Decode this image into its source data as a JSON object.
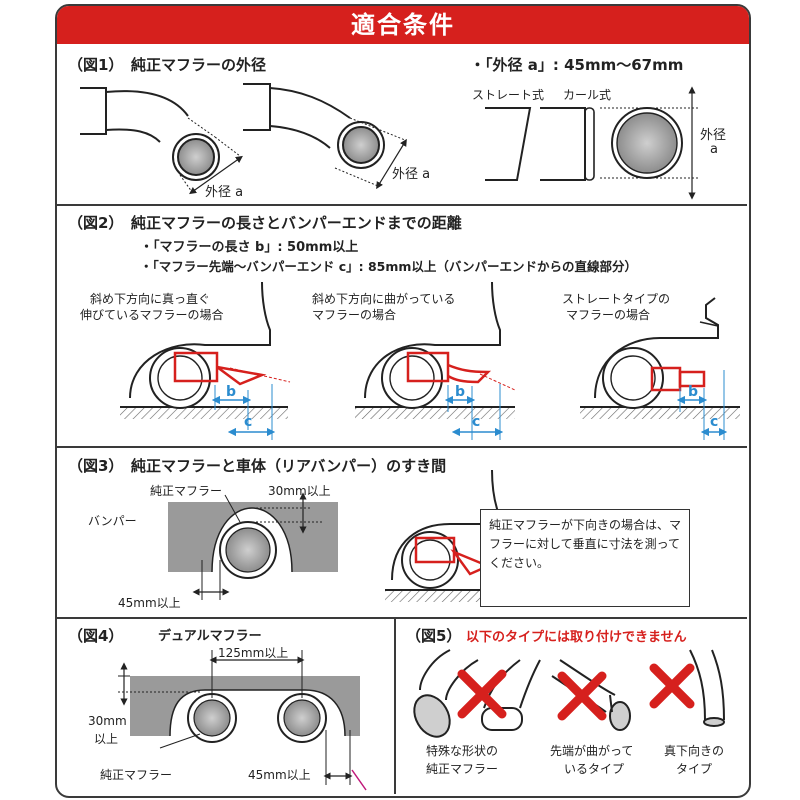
{
  "title": "適合条件",
  "fig1": {
    "heading": "（図1）　純正マフラーの外径",
    "dim_label_1": "外径 a",
    "dim_label_2": "外径 a",
    "condition": "・「外径 a」: 45mm〜67mm",
    "straight_label": "ストレート式",
    "curl_label": "カール式",
    "outer_label_1": "外径",
    "outer_label_2": "a"
  },
  "fig2": {
    "heading": "（図2）　純正マフラーの長さとバンパーエンドまでの距離",
    "cond_length": "・「マフラーの長さ b」: 50mm以上",
    "cond_distance": "・「マフラー先端〜バンパーエンド c」: 85mm以上（バンパーエンドからの直線部分）",
    "case1_line1": "斜め下方向に真っ直ぐ",
    "case1_line2": "伸びているマフラーの場合",
    "case2_line1": "斜め下方向に曲がっている",
    "case2_line2": "マフラーの場合",
    "case3_line1": "ストレートタイプの",
    "case3_line2": "マフラーの場合",
    "label_b": "b",
    "label_c": "c"
  },
  "fig3": {
    "heading": "（図3）　純正マフラーと車体（リアバンパー）のすき間",
    "muffler_label": "純正マフラー",
    "bumper_label": "バンパー",
    "gap_top": "30mm以上",
    "gap_bottom": "45mm以上",
    "note": "純正マフラーが下向きの場合は、マフラーに対して垂直に寸法を測ってください。"
  },
  "fig4": {
    "heading": "（図4）",
    "subheading": "デュアルマフラー",
    "spacing": "125mm以上",
    "gap_top_1": "30mm",
    "gap_top_2": "以上",
    "gap_side": "45mm以上",
    "muffler_label": "純正マフラー"
  },
  "fig5": {
    "heading": "（図5）",
    "warning": "以下のタイプには取り付けできません",
    "type1_line1": "特殊な形状の",
    "type1_line2": "純正マフラー",
    "type2_line1": "先端が曲がって",
    "type2_line2": "いるタイプ",
    "type3_line1": "真下向きの",
    "type3_line2": "タイプ"
  },
  "colors": {
    "accent_red": "#d6201d",
    "dimension_blue": "#2b8ccf",
    "bumper_gray": "#9a9a9a",
    "muffler_gray": "#b8b8b8",
    "frame": "#3a3a3a"
  }
}
